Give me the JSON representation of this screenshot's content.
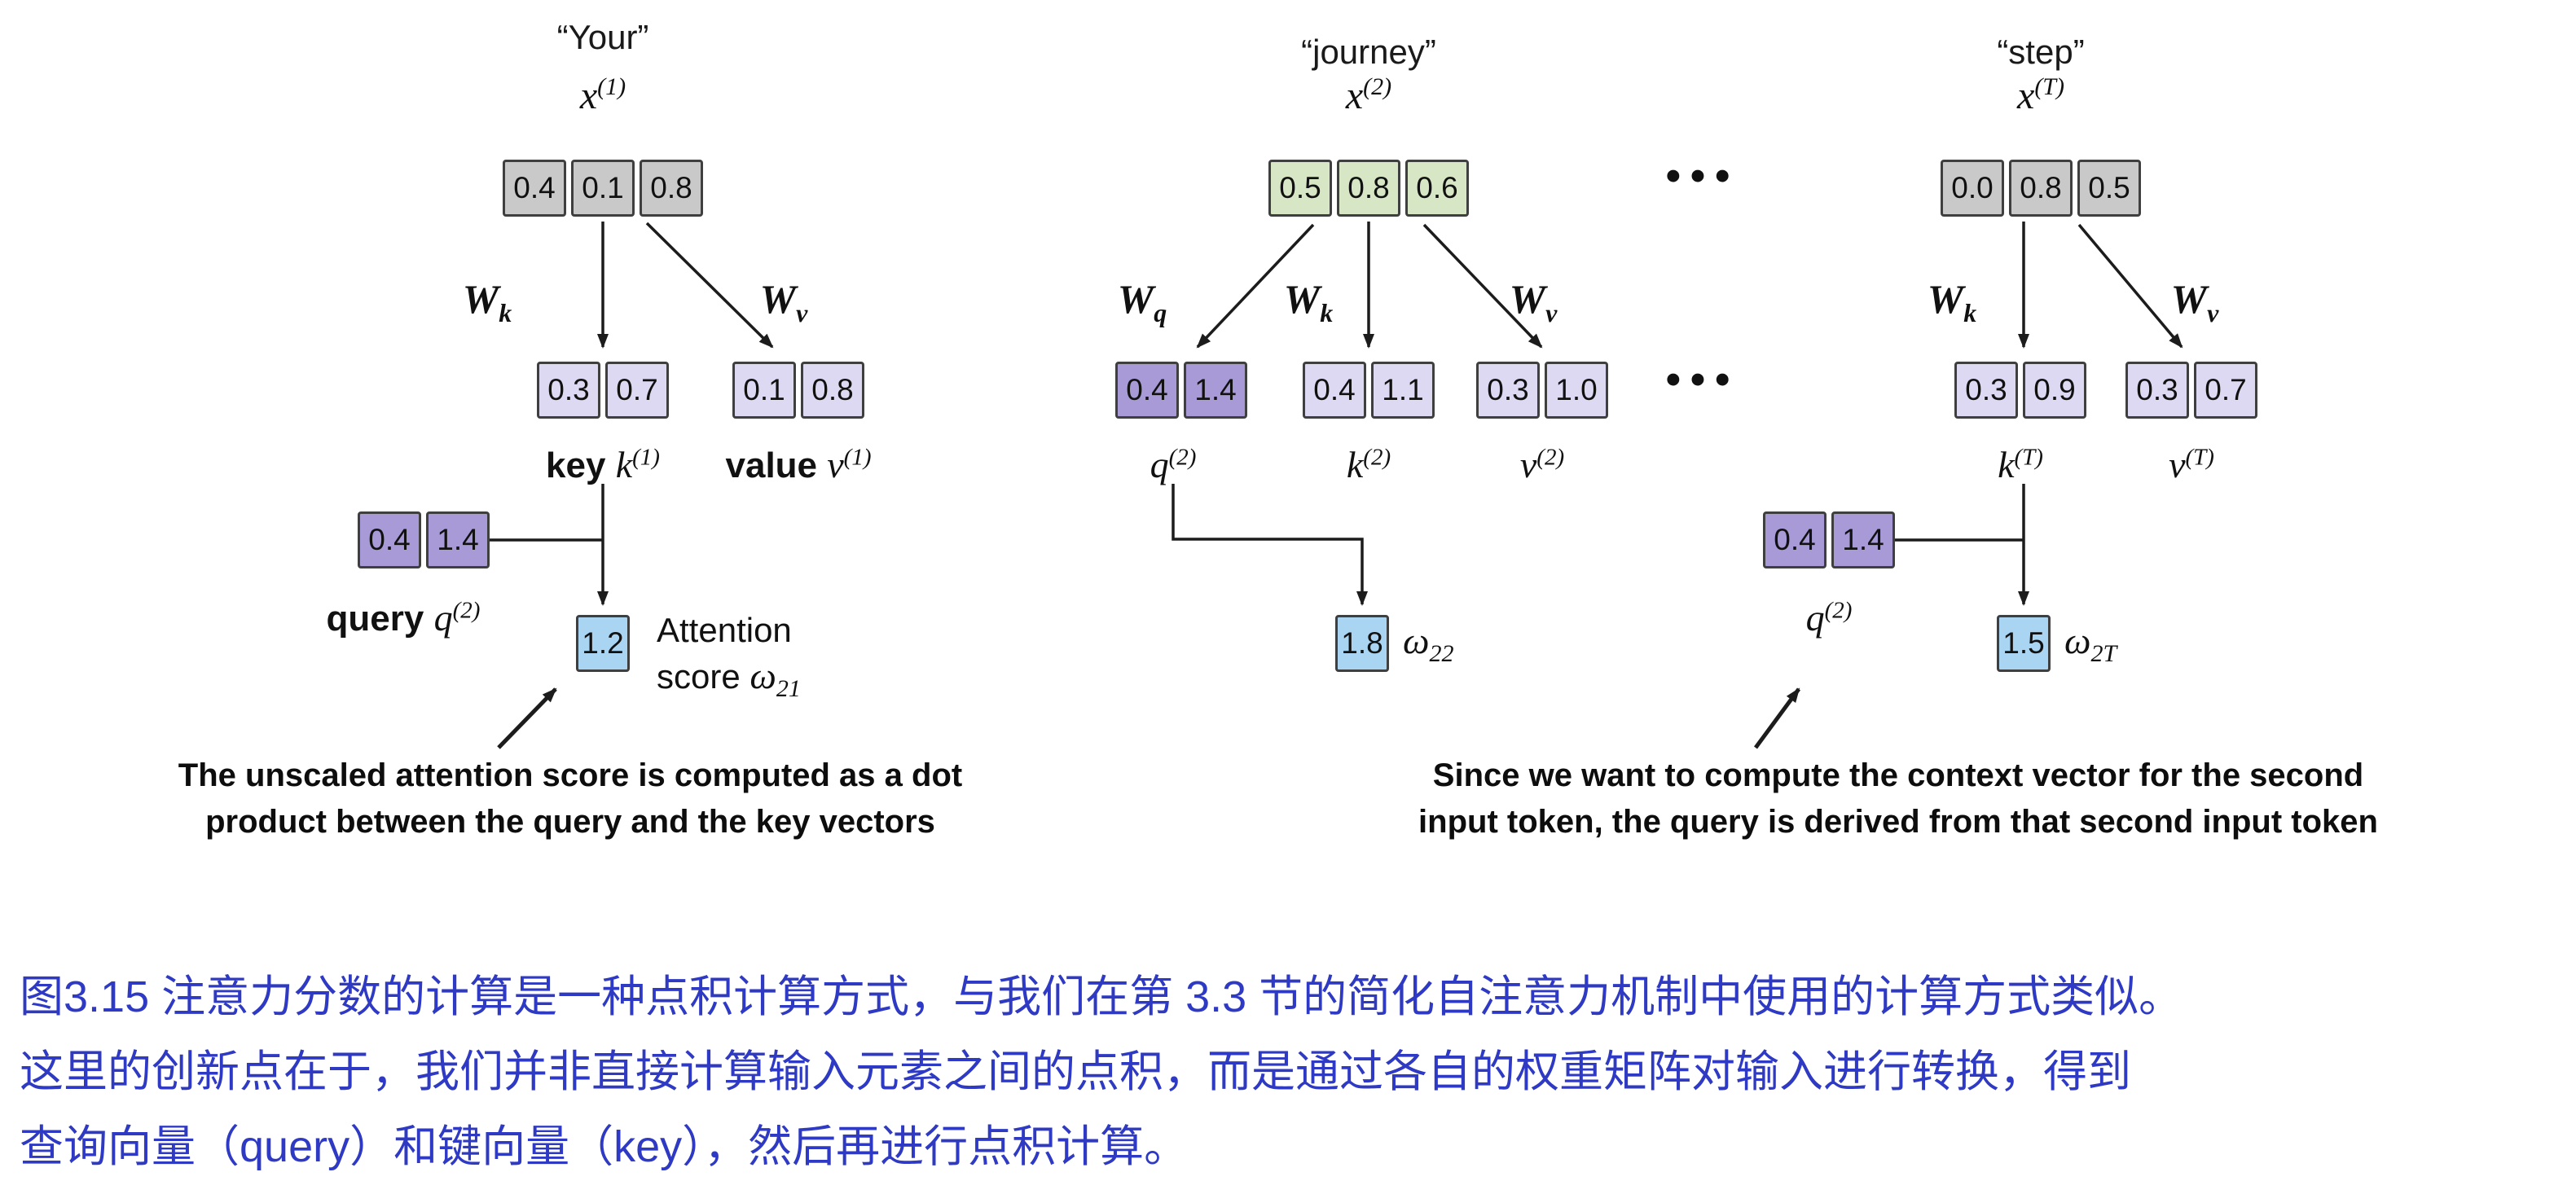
{
  "colors": {
    "input-gray": "#c9c9c9",
    "input-green": "#d7e7c5",
    "query-purple": "#a79ad6",
    "kv-lavender": "#ded9f3",
    "score-blue": "#a9d4f2",
    "caption-blue": "#2f3ac4"
  },
  "misc": {
    "ellipsis": "•••"
  },
  "g1": {
    "word": "“Your”",
    "x": {
      "sym": "x",
      "sup": "(1)"
    },
    "vec": [
      "0.4",
      "0.1",
      "0.8"
    ],
    "wk": {
      "sym": "W",
      "sub": "k"
    },
    "wv": {
      "sym": "W",
      "sub": "v"
    },
    "key": {
      "vec": [
        "0.3",
        "0.7"
      ],
      "word": "key",
      "sym": "k",
      "sup": "(1)"
    },
    "value": {
      "vec": [
        "0.1",
        "0.8"
      ],
      "word": "value",
      "sym": "v",
      "sup": "(1)"
    },
    "query": {
      "vec": [
        "0.4",
        "1.4"
      ],
      "word": "query",
      "sym": "q",
      "sup": "(2)"
    },
    "score": {
      "value": "1.2",
      "label_line1": "Attention",
      "label_line2": "score ",
      "omega": "ω",
      "omega_sub": "21"
    },
    "annotation": [
      "The unscaled attention score is computed as a dot",
      "product between the query and the key vectors"
    ]
  },
  "g2": {
    "word": "“journey”",
    "x": {
      "sym": "x",
      "sup": "(2)"
    },
    "vec": [
      "0.5",
      "0.8",
      "0.6"
    ],
    "wq": {
      "sym": "W",
      "sub": "q"
    },
    "wk": {
      "sym": "W",
      "sub": "k"
    },
    "wv": {
      "sym": "W",
      "sub": "v"
    },
    "q": {
      "vec": [
        "0.4",
        "1.4"
      ],
      "sym": "q",
      "sup": "(2)"
    },
    "k": {
      "vec": [
        "0.4",
        "1.1"
      ],
      "sym": "k",
      "sup": "(2)"
    },
    "v": {
      "vec": [
        "0.3",
        "1.0"
      ],
      "sym": "v",
      "sup": "(2)"
    },
    "score": {
      "value": "1.8",
      "omega": "ω",
      "omega_sub": "22"
    },
    "annotation": [
      "Since we want to compute the context vector for the second",
      "input token, the query is derived from that second input token"
    ]
  },
  "g3": {
    "word": "“step”",
    "x": {
      "sym": "x",
      "sup": "(T)"
    },
    "vec": [
      "0.0",
      "0.8",
      "0.5"
    ],
    "wk": {
      "sym": "W",
      "sub": "k"
    },
    "wv": {
      "sym": "W",
      "sub": "v"
    },
    "k": {
      "vec": [
        "0.3",
        "0.9"
      ],
      "sym": "k",
      "sup": "(T)"
    },
    "v": {
      "vec": [
        "0.3",
        "0.7"
      ],
      "sym": "v",
      "sup": "(T)"
    },
    "q": {
      "vec": [
        "0.4",
        "1.4"
      ],
      "sym": "q",
      "sup": "(2)"
    },
    "score": {
      "value": "1.5",
      "omega": "ω",
      "omega_sub": "2T"
    }
  },
  "caption": {
    "lines": [
      "图3.15 注意力分数的计算是一种点积计算方式，与我们在第 3.3 节的简化自注意力机制中使用的计算方式类似。",
      "这里的创新点在于，我们并非直接计算输入元素之间的点积，而是通过各自的权重矩阵对输入进行转换，得到",
      "查询向量（query）和键向量（key），然后再进行点积计算。"
    ]
  }
}
